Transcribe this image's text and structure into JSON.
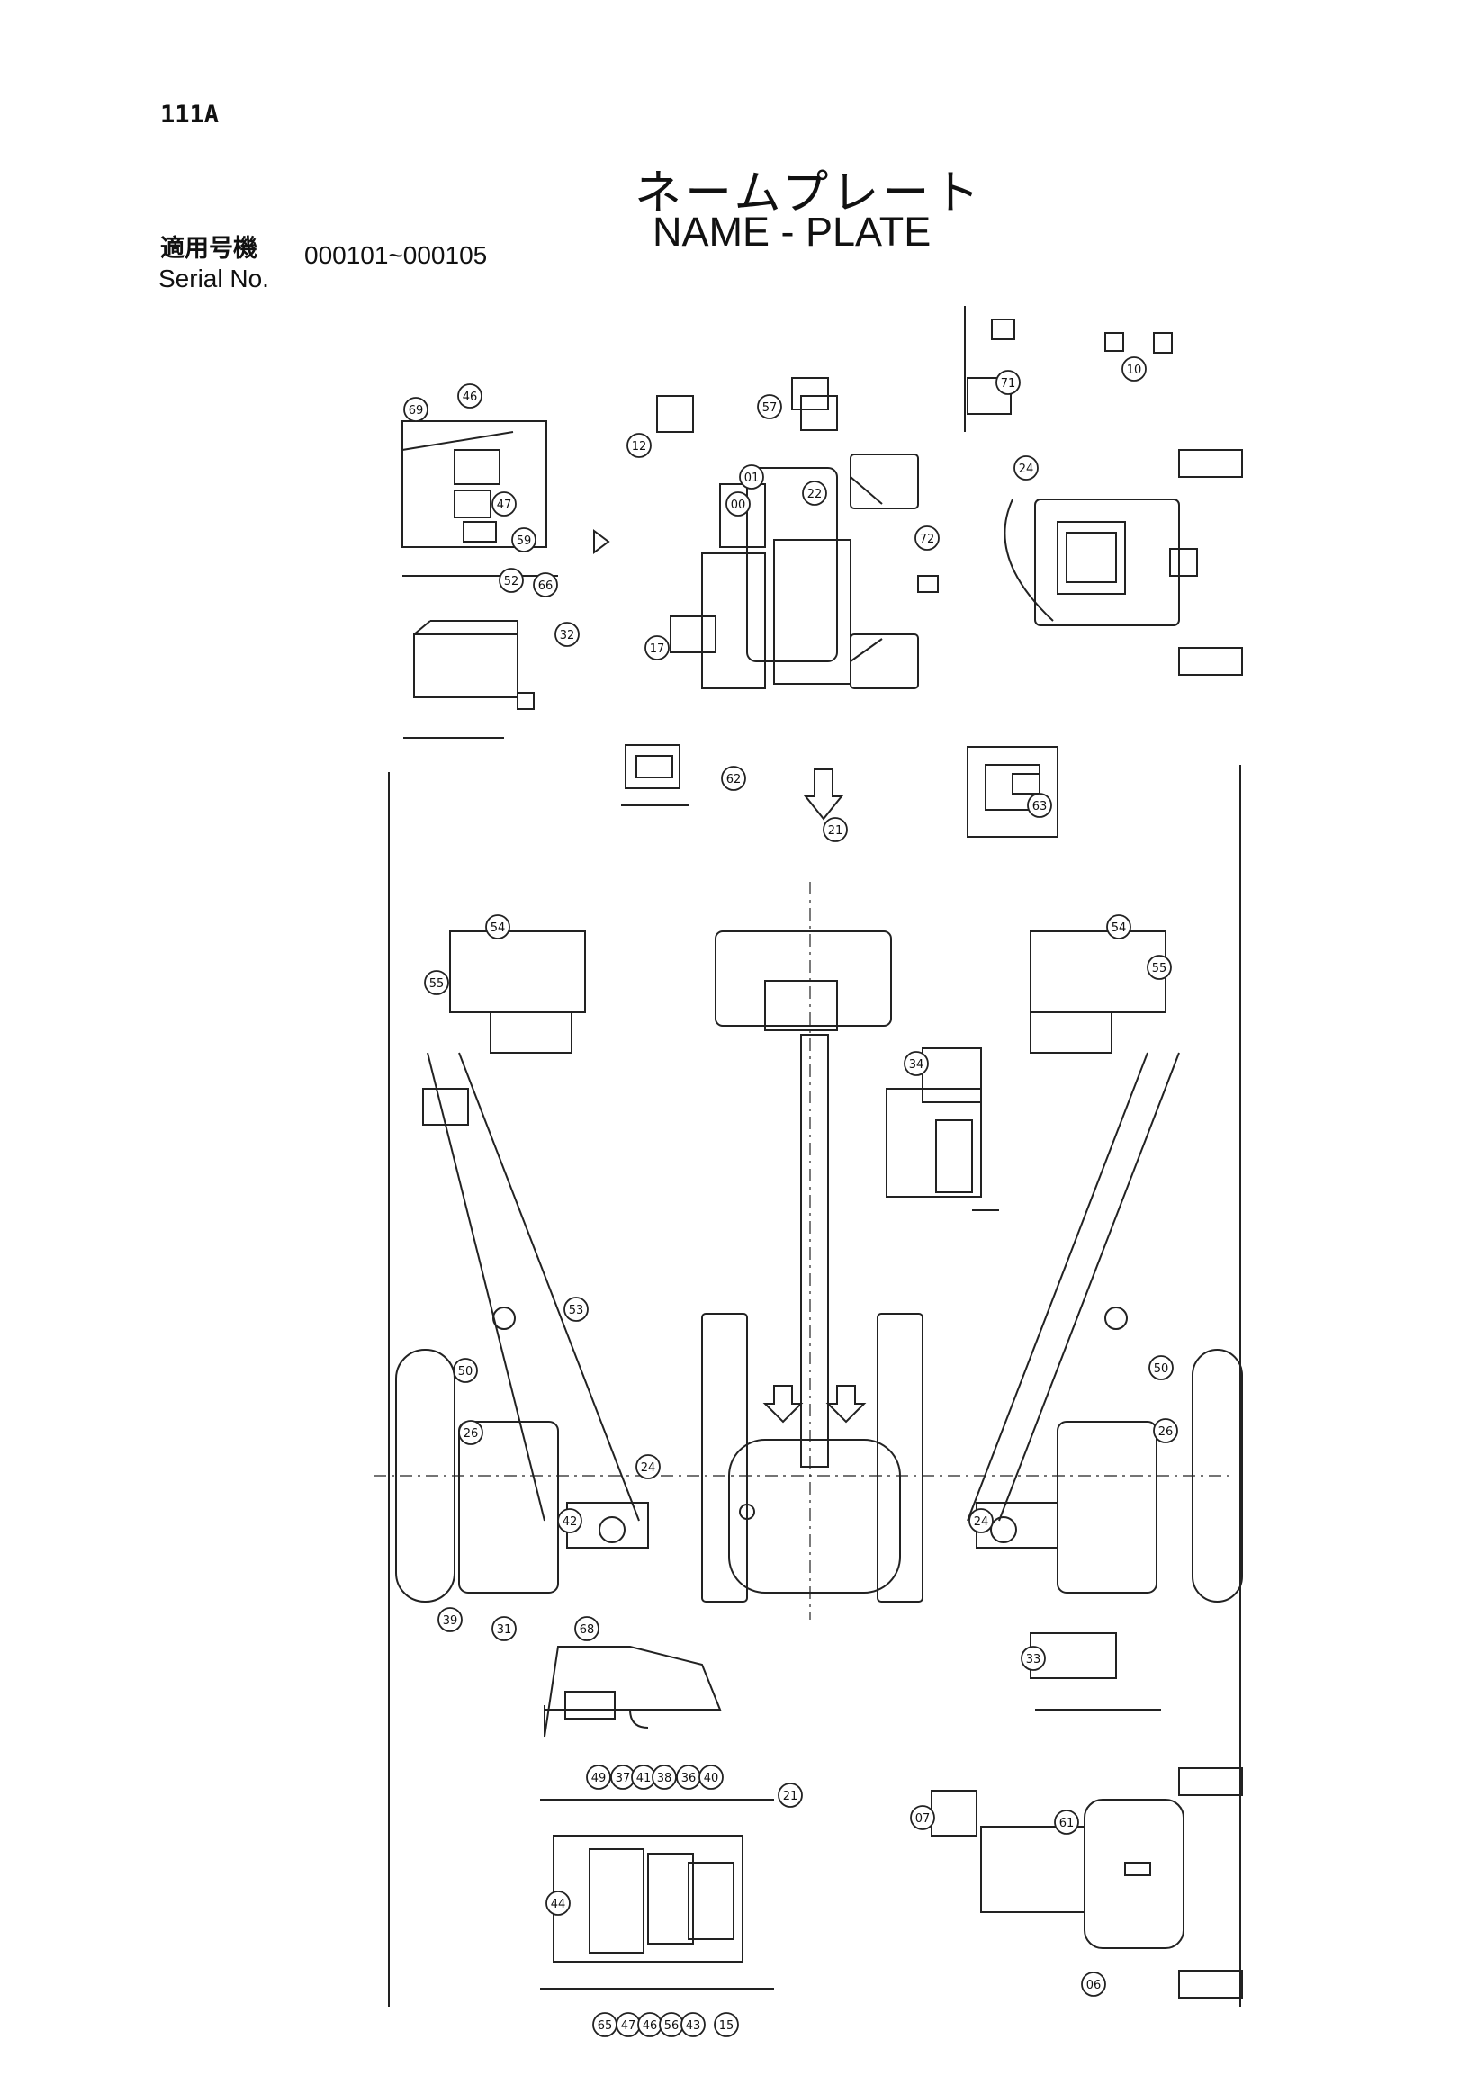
{
  "header": {
    "page_code": "111A",
    "title_jp": "ネームプレート",
    "title_en": "NAME - PLATE",
    "serial_label_jp": "適用号機",
    "serial_label_en": "Serial No.",
    "serial_range": "000101~000105"
  },
  "callouts": [
    "69",
    "46",
    "47",
    "59",
    "52",
    "66",
    "32",
    "12",
    "57",
    "01",
    "00",
    "22",
    "72",
    "17",
    "71",
    "10",
    "24",
    "62",
    "21",
    "63",
    "54",
    "55",
    "34",
    "53",
    "50",
    "26",
    "24",
    "39",
    "31",
    "68",
    "42",
    "24",
    "55",
    "54",
    "50",
    "26",
    "33",
    "49",
    "37",
    "41",
    "38",
    "36",
    "40",
    "21",
    "44",
    "65",
    "47",
    "46",
    "56",
    "43",
    "15",
    "07",
    "61",
    "06"
  ]
}
